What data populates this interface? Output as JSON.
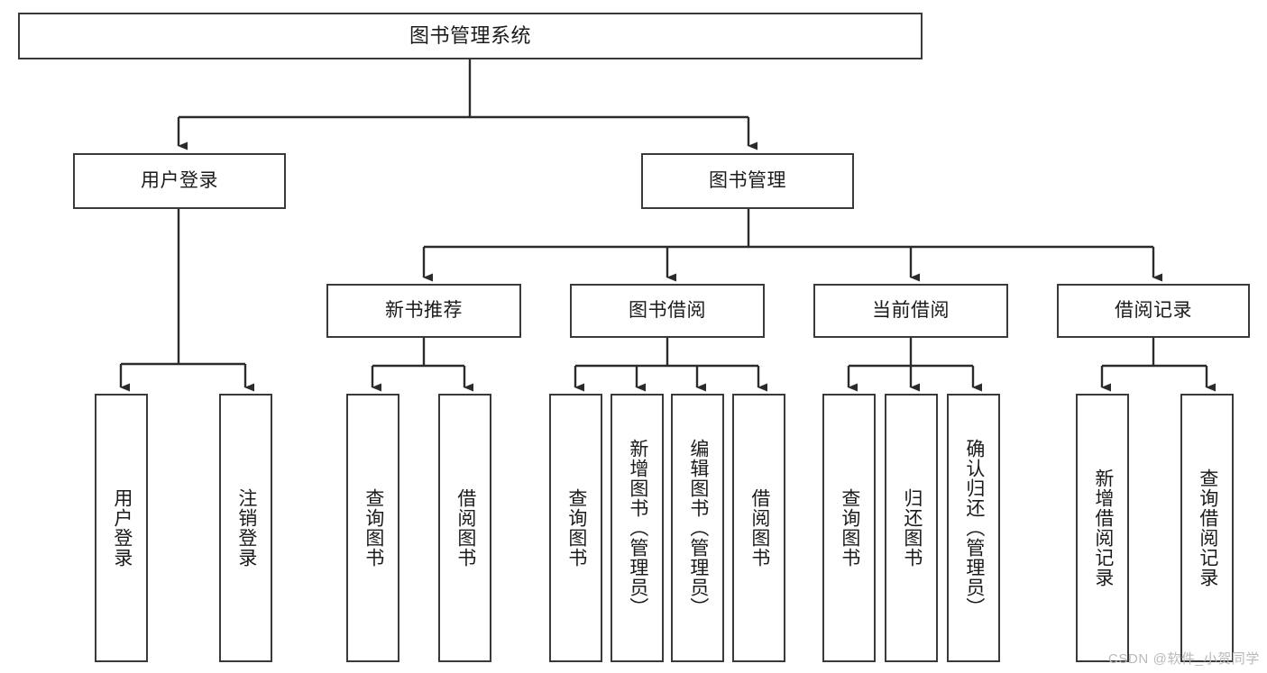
{
  "diagram": {
    "title": "图书管理系统",
    "type": "tree-hierarchy",
    "nodes": {
      "root": {
        "label": "图书管理系统"
      },
      "l1": [
        {
          "label": "用户登录"
        },
        {
          "label": "图书管理"
        }
      ],
      "l2": [
        {
          "label": "新书推荐"
        },
        {
          "label": "图书借阅"
        },
        {
          "label": "当前借阅"
        },
        {
          "label": "借阅记录"
        }
      ],
      "leaves": [
        {
          "label": "用户登录"
        },
        {
          "label": "注销登录"
        },
        {
          "label": "查询图书"
        },
        {
          "label": "借阅图书"
        },
        {
          "label": "查询图书"
        },
        {
          "label": "新增图书（管理员）"
        },
        {
          "label": "编辑图书（管理员）"
        },
        {
          "label": "借阅图书"
        },
        {
          "label": "查询图书"
        },
        {
          "label": "归还图书"
        },
        {
          "label": "确认归还（管理员）"
        },
        {
          "label": "新增借阅记录"
        },
        {
          "label": "查询借阅记录"
        }
      ]
    },
    "watermark": "CSDN @软件_小贺同学",
    "colors": {
      "border": "#3a3a3a",
      "text": "#1b1b1b",
      "background": "#ffffff",
      "watermark": "#b9b9b9"
    }
  }
}
